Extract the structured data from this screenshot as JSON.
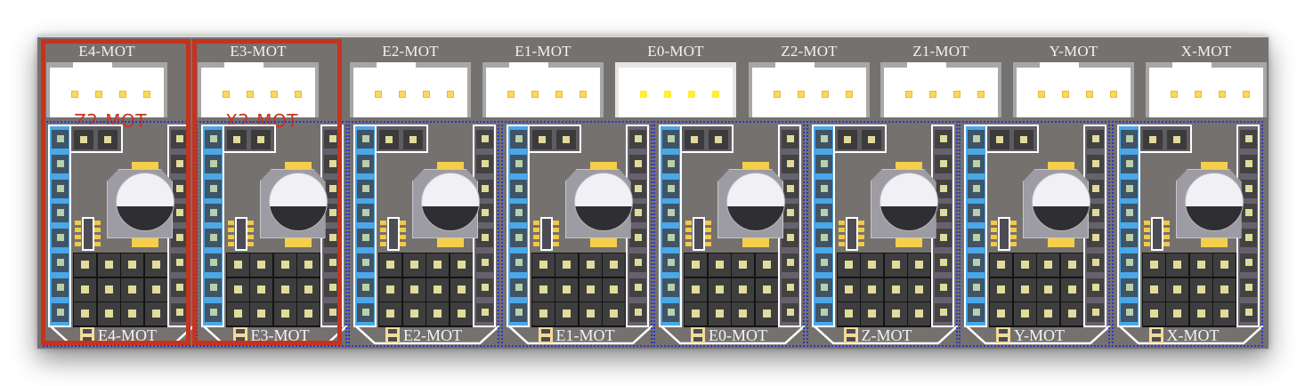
{
  "board": {
    "background": "#75716e",
    "motor_connectors": [
      {
        "label": "E4-MOT",
        "pins": 4,
        "remap_note": "Z2-MOT",
        "highlighted_red": true
      },
      {
        "label": "E3-MOT",
        "pins": 4,
        "remap_note": "X2-MOT",
        "highlighted_red": true
      },
      {
        "label": "E2-MOT",
        "pins": 4
      },
      {
        "label": "E1-MOT",
        "pins": 4
      },
      {
        "label": "E0-MOT",
        "pins": 4,
        "selected": true
      },
      {
        "label": "Z2-MOT",
        "pins": 4
      },
      {
        "label": "Z1-MOT",
        "pins": 4
      },
      {
        "label": "Y-MOT",
        "pins": 4
      },
      {
        "label": "X-MOT",
        "pins": 4
      }
    ],
    "driver_sockets": [
      {
        "label": "E4-MOT"
      },
      {
        "label": "E3-MOT"
      },
      {
        "label": "E2-MOT"
      },
      {
        "label": "E1-MOT"
      },
      {
        "label": "E0-MOT"
      },
      {
        "label": "Z-MOT"
      },
      {
        "label": "Y-MOT"
      },
      {
        "label": "X-MOT"
      }
    ],
    "driver_layout": {
      "left_pins": 8,
      "right_pins": 8,
      "top_jumper_pins": 2,
      "grid_rows": 3,
      "grid_cols": 4
    },
    "colors": {
      "highlight_red": "#c7321f",
      "remap_text": "#c63323",
      "selection_dots": "#2b36c9",
      "pin_gold": "#ffd857",
      "left_header": "#4aa7e8"
    }
  }
}
